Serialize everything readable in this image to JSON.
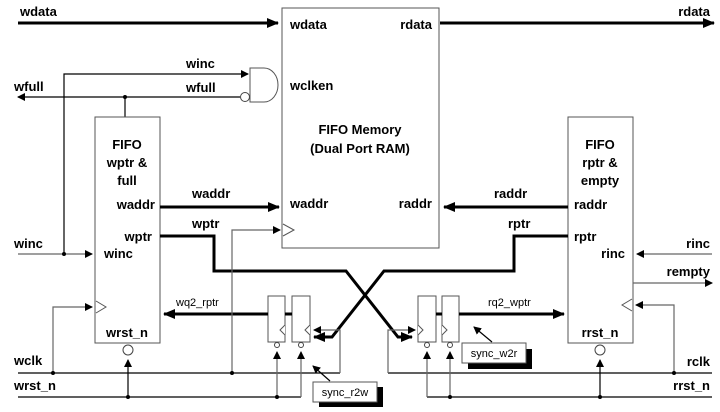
{
  "diagram": {
    "title": "FIFO Memory (Dual Port RAM) with clock-domain synchronizers",
    "memory": {
      "title_line1": "FIFO Memory",
      "title_line2": "(Dual Port RAM)",
      "ports": {
        "wdata": "wdata",
        "rdata": "rdata",
        "wclken": "wclken",
        "waddr": "waddr",
        "raddr": "raddr"
      }
    },
    "write_block": {
      "title_line1": "FIFO",
      "title_line2": "wptr &",
      "title_line3": "full",
      "ports": {
        "waddr": "waddr",
        "wptr": "wptr",
        "winc": "winc",
        "wrst_n": "wrst_n"
      }
    },
    "read_block": {
      "title_line1": "FIFO",
      "title_line2": "rptr &",
      "title_line3": "empty",
      "ports": {
        "raddr": "raddr",
        "rptr": "rptr",
        "rinc": "rinc",
        "rrst_n": "rrst_n"
      }
    },
    "signals": {
      "wdata_in": "wdata",
      "rdata_out": "rdata",
      "winc_gate": "winc",
      "wfull_gate": "wfull",
      "wfull_out": "wfull",
      "winc_in": "winc",
      "waddr_bus": "waddr",
      "wptr_bus": "wptr",
      "raddr_bus": "raddr",
      "rptr_bus": "rptr",
      "rinc_in": "rinc",
      "rempty_out": "rempty",
      "wq2_rptr": "wq2_rptr",
      "rq2_wptr": "rq2_wptr",
      "wclk": "wclk",
      "wrst_n": "wrst_n",
      "rclk": "rclk",
      "rrst_n": "rrst_n"
    },
    "callouts": {
      "sync_r2w": "sync_r2w",
      "sync_w2r": "sync_w2r"
    }
  }
}
